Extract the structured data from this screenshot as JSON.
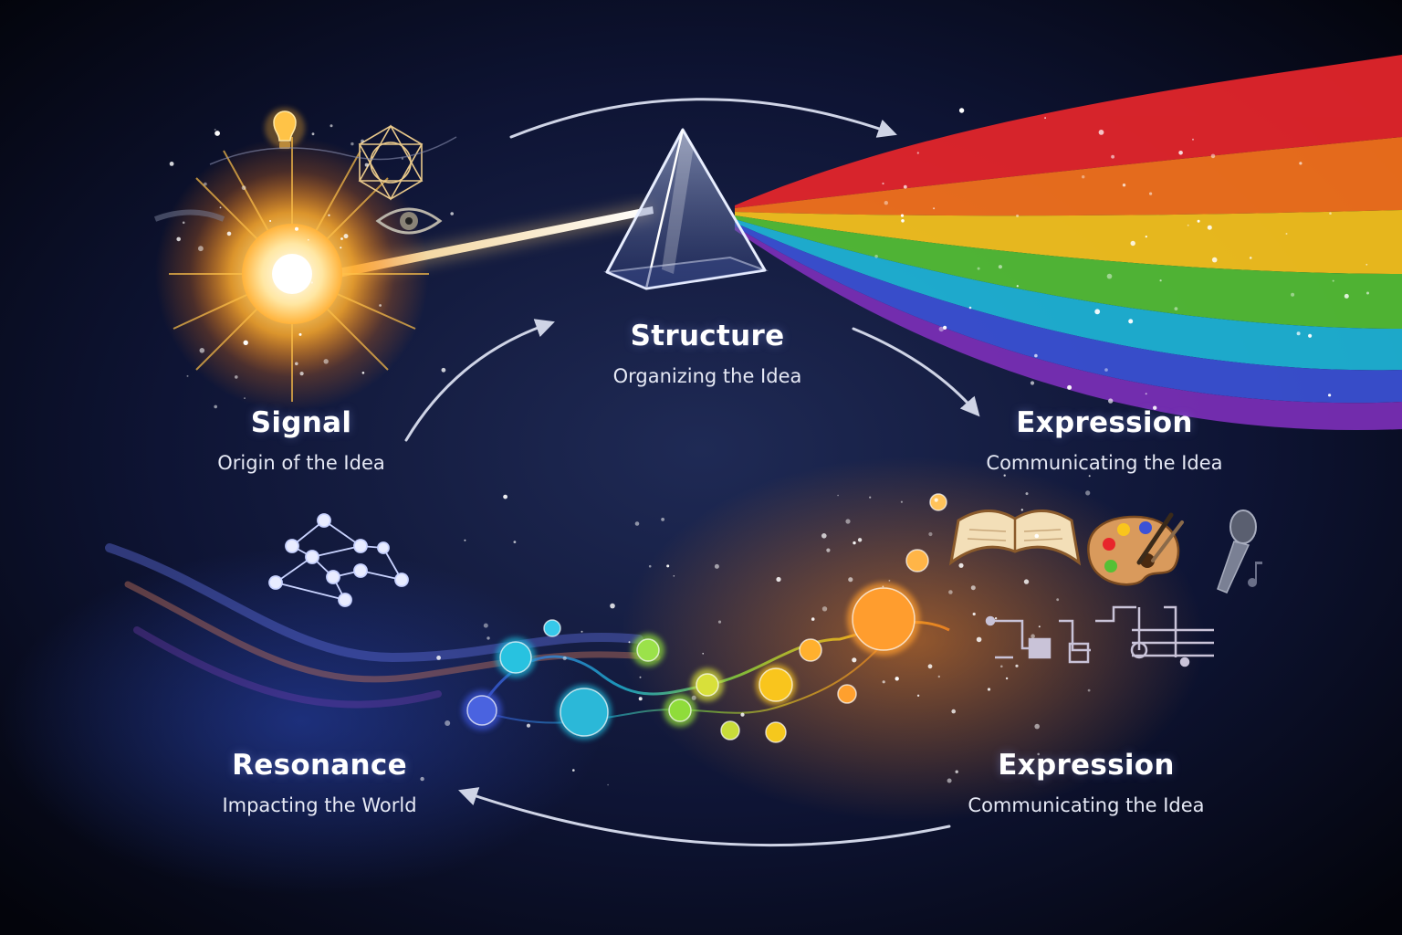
{
  "stages": {
    "signal": {
      "title": "Signal",
      "subtitle": "Origin of the Idea"
    },
    "structure": {
      "title": "Structure",
      "subtitle": "Organizing the Idea"
    },
    "expression_top": {
      "title": "Expression",
      "subtitle": "Communicating the Idea"
    },
    "resonance": {
      "title": "Resonance",
      "subtitle": "Impacting the World"
    },
    "expression_bottom": {
      "title": "Expression",
      "subtitle": "Communicating the Idea"
    }
  },
  "icons": [
    "lightbulb-icon",
    "geometric-pattern-icon",
    "eye-icon",
    "prism-icon",
    "book-icon",
    "palette-icon",
    "microphone-icon",
    "music-note-icon",
    "circuit-icon",
    "network-icon"
  ],
  "colors": {
    "background": "#0b1030",
    "signal_glow": "#ffb02e",
    "spectrum": [
      "#e8262b",
      "#f7731c",
      "#f9c51d",
      "#55c035",
      "#1fb6d8",
      "#3b52d6",
      "#7b2fb8"
    ]
  }
}
